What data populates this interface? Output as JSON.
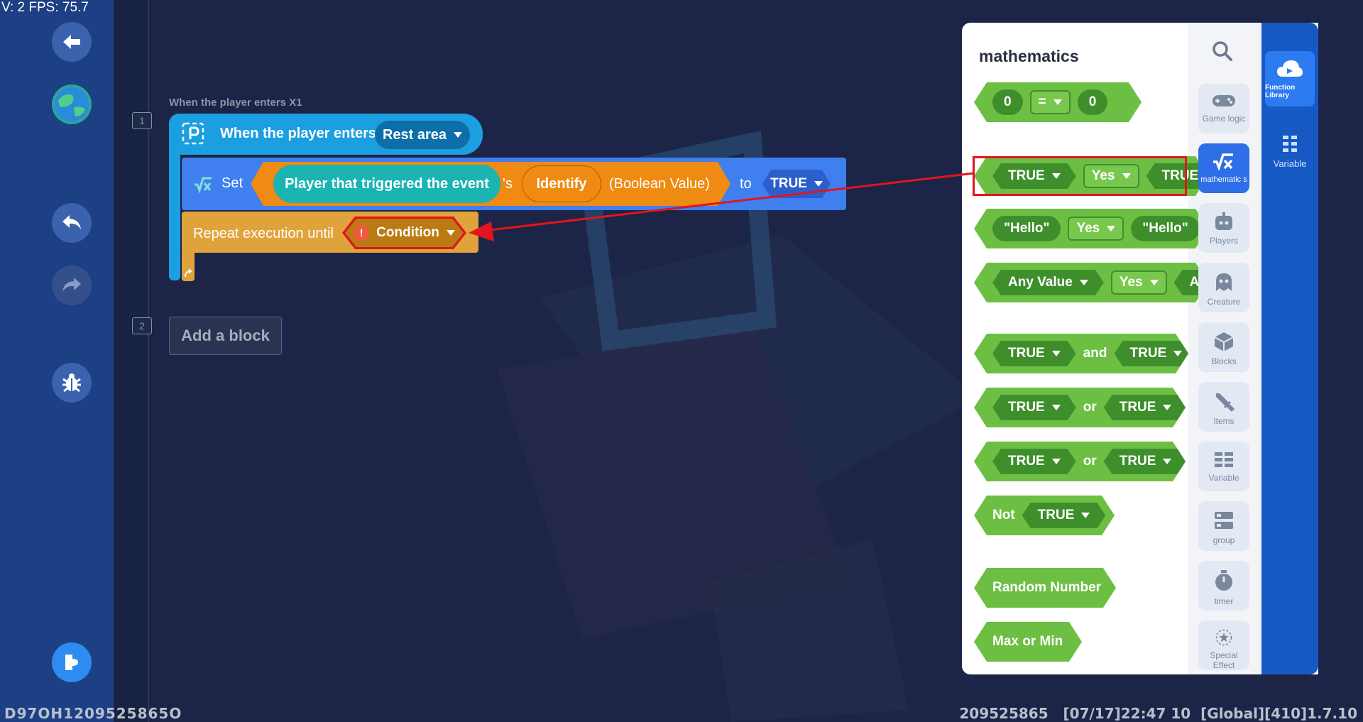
{
  "hud": {
    "fps": "V: 2 FPS: 75.7"
  },
  "footer": {
    "left": "D97OH1209525865O",
    "right": "209525865   [07/17]22:47 10  [Global][410]1.7.10"
  },
  "lines": [
    "1",
    "2"
  ],
  "script": {
    "event_caption": "When the player enters X1",
    "hat_label": "When the player enters",
    "hat_dropdown": "Rest area",
    "set_label": "Set",
    "player_pill": "Player that triggered the event",
    "apostrophe": "'s",
    "identify": "Identify",
    "bool_value": "(Boolean Value)",
    "to_label": "to",
    "true_value": "TRUE",
    "repeat_label": "Repeat execution until",
    "warning_mark": "!",
    "condition": "Condition",
    "add_block": "Add a block"
  },
  "panel": {
    "title": "mathematics",
    "blocks": {
      "compare_num": {
        "left": "0",
        "op": "=",
        "right": "0"
      },
      "compare_bool": {
        "left": "TRUE",
        "op": "Yes",
        "right": "TRUE"
      },
      "compare_str": {
        "left": "\"Hello\"",
        "op": "Yes",
        "right": "\"Hello\""
      },
      "compare_any": {
        "left": "Any Value",
        "op": "Yes",
        "right": "Any"
      },
      "and_block": {
        "left": "TRUE",
        "op": "and",
        "right": "TRUE"
      },
      "or_block_1": {
        "left": "TRUE",
        "op": "or",
        "right": "TRUE"
      },
      "or_block_2": {
        "left": "TRUE",
        "op": "or",
        "right": "TRUE"
      },
      "not_block": {
        "label": "Not",
        "value": "TRUE"
      },
      "random_number": "Random Number",
      "max_or_min": "Max or Min"
    },
    "categories": {
      "game_logic": "Game logic",
      "mathematics": "mathematic s",
      "players": "Players",
      "creature": "Creature",
      "blocks": "Blocks",
      "items": "Items",
      "variable": "Variable",
      "group": "group",
      "timer": "timer",
      "special_effect": "Special Effect"
    },
    "tabs": {
      "function_library": "Function Library",
      "variable": "Variable"
    }
  },
  "colors": {
    "event_blue": "#1b9fe0",
    "set_blue": "#3f7ff0",
    "orange": "#ef8a12",
    "repeat_yellow": "#e0a33c",
    "math_green": "#6dbf44",
    "highlight_red": "#e1151d"
  }
}
